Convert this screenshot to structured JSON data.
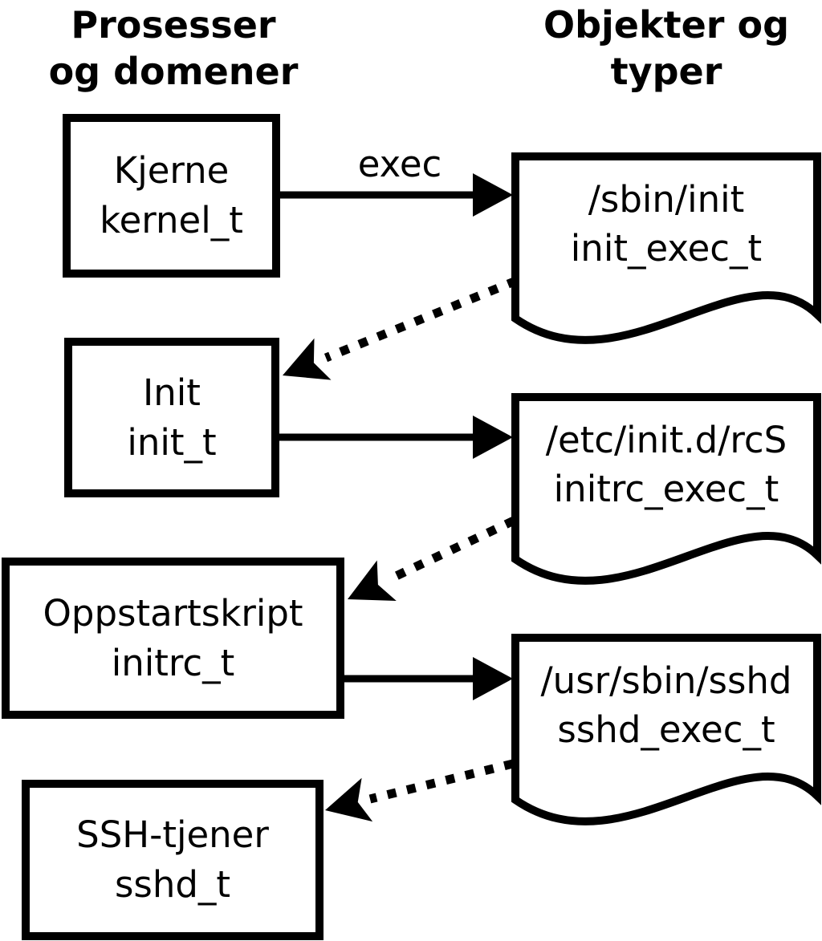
{
  "diagram": {
    "left_column_title": {
      "line1": "Prosesser",
      "line2": "og domener"
    },
    "right_column_title": {
      "line1": "Objekter og",
      "line2": "typer"
    },
    "processes": [
      {
        "label": "Kjerne",
        "type": "kernel_t"
      },
      {
        "label": "Init",
        "type": "init_t"
      },
      {
        "label": "Oppstartskript",
        "type": "initrc_t"
      },
      {
        "label": "SSH-tjener",
        "type": "sshd_t"
      }
    ],
    "objects": [
      {
        "path": "/sbin/init",
        "type": "init_exec_t"
      },
      {
        "path": "/etc/init.d/rcS",
        "type": "initrc_exec_t"
      },
      {
        "path": "/usr/sbin/sshd",
        "type": "sshd_exec_t"
      }
    ],
    "edges": [
      {
        "from": "kernel_t",
        "to": "init_exec_t",
        "style": "solid",
        "label": "exec"
      },
      {
        "from": "init_exec_t",
        "to": "init_t",
        "style": "dotted",
        "label": ""
      },
      {
        "from": "init_t",
        "to": "initrc_exec_t",
        "style": "solid",
        "label": ""
      },
      {
        "from": "initrc_exec_t",
        "to": "initrc_t",
        "style": "dotted",
        "label": ""
      },
      {
        "from": "initrc_t",
        "to": "sshd_exec_t",
        "style": "solid",
        "label": ""
      },
      {
        "from": "sshd_exec_t",
        "to": "sshd_t",
        "style": "dotted",
        "label": ""
      }
    ],
    "colors": {
      "ink": "#000000",
      "background": "#ffffff"
    }
  }
}
